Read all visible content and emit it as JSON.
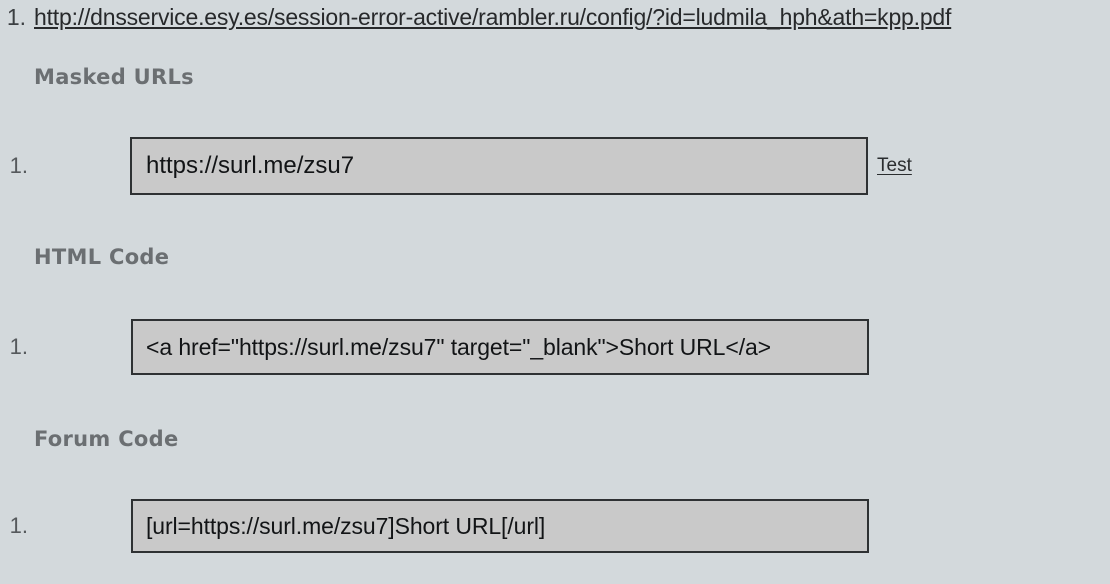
{
  "original_url": {
    "marker": "1.",
    "text": "http://dnsservice.esy.es/session-error-active/rambler.ru/config/?id=ludmila_hph&ath=kpp.pdf"
  },
  "sections": {
    "masked_urls": {
      "heading": "Masked URLs",
      "marker": "1.",
      "value": "https://surl.me/zsu7",
      "test_label": "Test"
    },
    "html_code": {
      "heading": "HTML Code",
      "marker": "1.",
      "value": "<a href=\"https://surl.me/zsu7\" target=\"_blank\">Short URL</a>"
    },
    "forum_code": {
      "heading": "Forum Code",
      "marker": "1.",
      "value": "[url=https://surl.me/zsu7]Short URL[/url]"
    }
  },
  "colors": {
    "page_background": "#d3d9dc",
    "input_background": "#c9c9c9",
    "input_border": "#2e3133",
    "heading_text": "#6b6f72",
    "body_text": "#27292b"
  }
}
